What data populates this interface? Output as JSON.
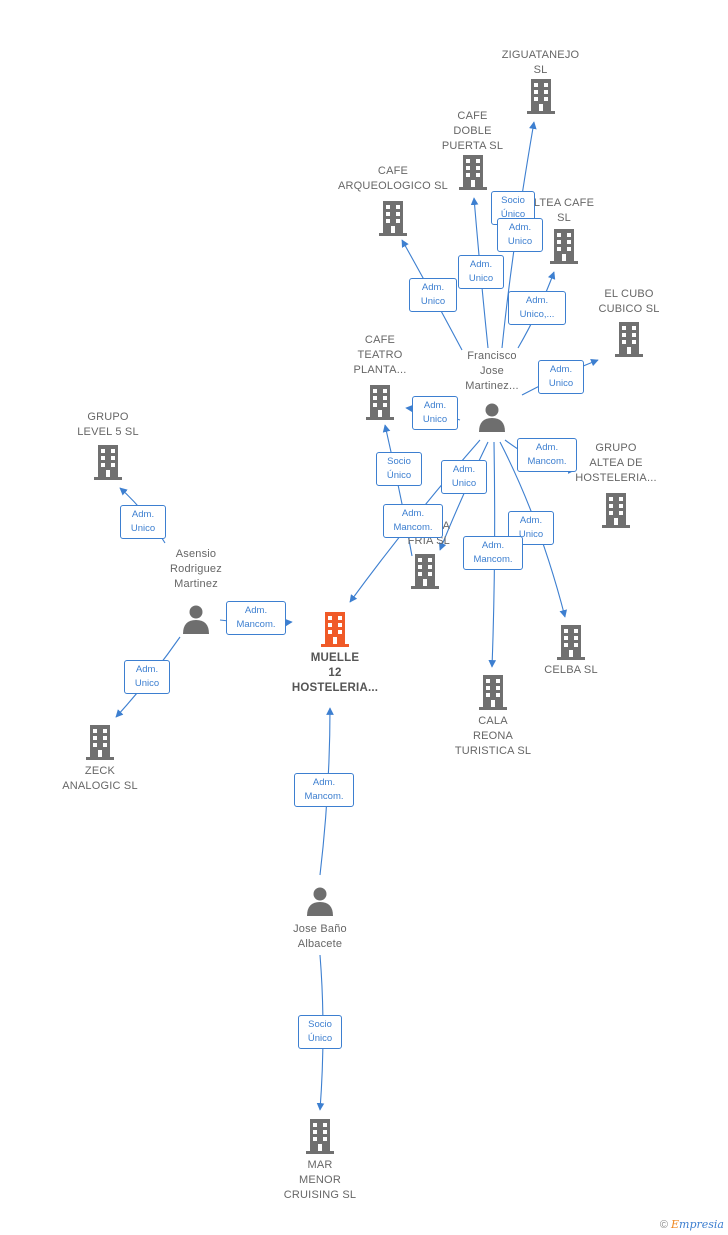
{
  "colors": {
    "edge": "#3d7fd0",
    "building": "#707070",
    "main_building": "#f05a28",
    "person": "#6e6e6e"
  },
  "companies": {
    "ziguatanejo": "ZIGUATANEJO\nSL",
    "cafe_doble": "CAFE\nDOBLE\nPUERTA SL",
    "cafe_arqueo": "CAFE\nARQUEOLOGICO SL",
    "altea_cafe": "LTEA CAFE\nSL",
    "el_cubo": "EL CUBO\nCUBICO SL",
    "cafe_teatro": "CAFE\nTEATRO\nPLANTA...",
    "grupo_altea": "GRUPO\nALTEA DE\nHOSTELERIA...",
    "grupo_level5": "GRUPO\nLEVEL 5 SL",
    "fria": "A\nFRIA  SL",
    "celba": "CELBA SL",
    "cala_reona": "CALA\nREONA\nTURISTICA SL",
    "muelle": "MUELLE\n12\nHOSTELERIA...",
    "zeck": "ZECK\nANALOGIC  SL",
    "mar_menor": "MAR\nMENOR\nCRUISING SL"
  },
  "people": {
    "francisco": "Francisco\nJose\nMartinez...",
    "asensio": "Asensio\nRodriguez\nMartinez",
    "jose_bano": "Jose Baño\nAlbacete"
  },
  "edge_labels": {
    "e_zig": "Socio\nÚnico",
    "e_zig2": "Adm.\nUnico",
    "e_doble": "Adm.\nUnico",
    "e_arqueo": "Adm.\nUnico",
    "e_altea": "Adm.\nUnico,...",
    "e_cubo": "Adm.\nUnico",
    "e_teatro": "Adm.\nUnico",
    "e_teatro_socio": "Socio\nÚnico",
    "e_grupo_altea": "Adm.\nMancom.",
    "e_fria": "Adm.\nUnico",
    "e_muelle_fj": "Adm.\nMancom.",
    "e_celba": "Adm.\nUnico",
    "e_cala": "Adm.\nMancom.",
    "e_level5": "Adm.\nUnico",
    "e_muelle_as": "Adm.\nMancom.",
    "e_zeck": "Adm.\nUnico",
    "e_muelle_jb": "Adm.\nMancom.",
    "e_mar": "Socio\nÚnico"
  },
  "brand": {
    "copyright": "©",
    "e": "E",
    "rest": "mpresia"
  }
}
